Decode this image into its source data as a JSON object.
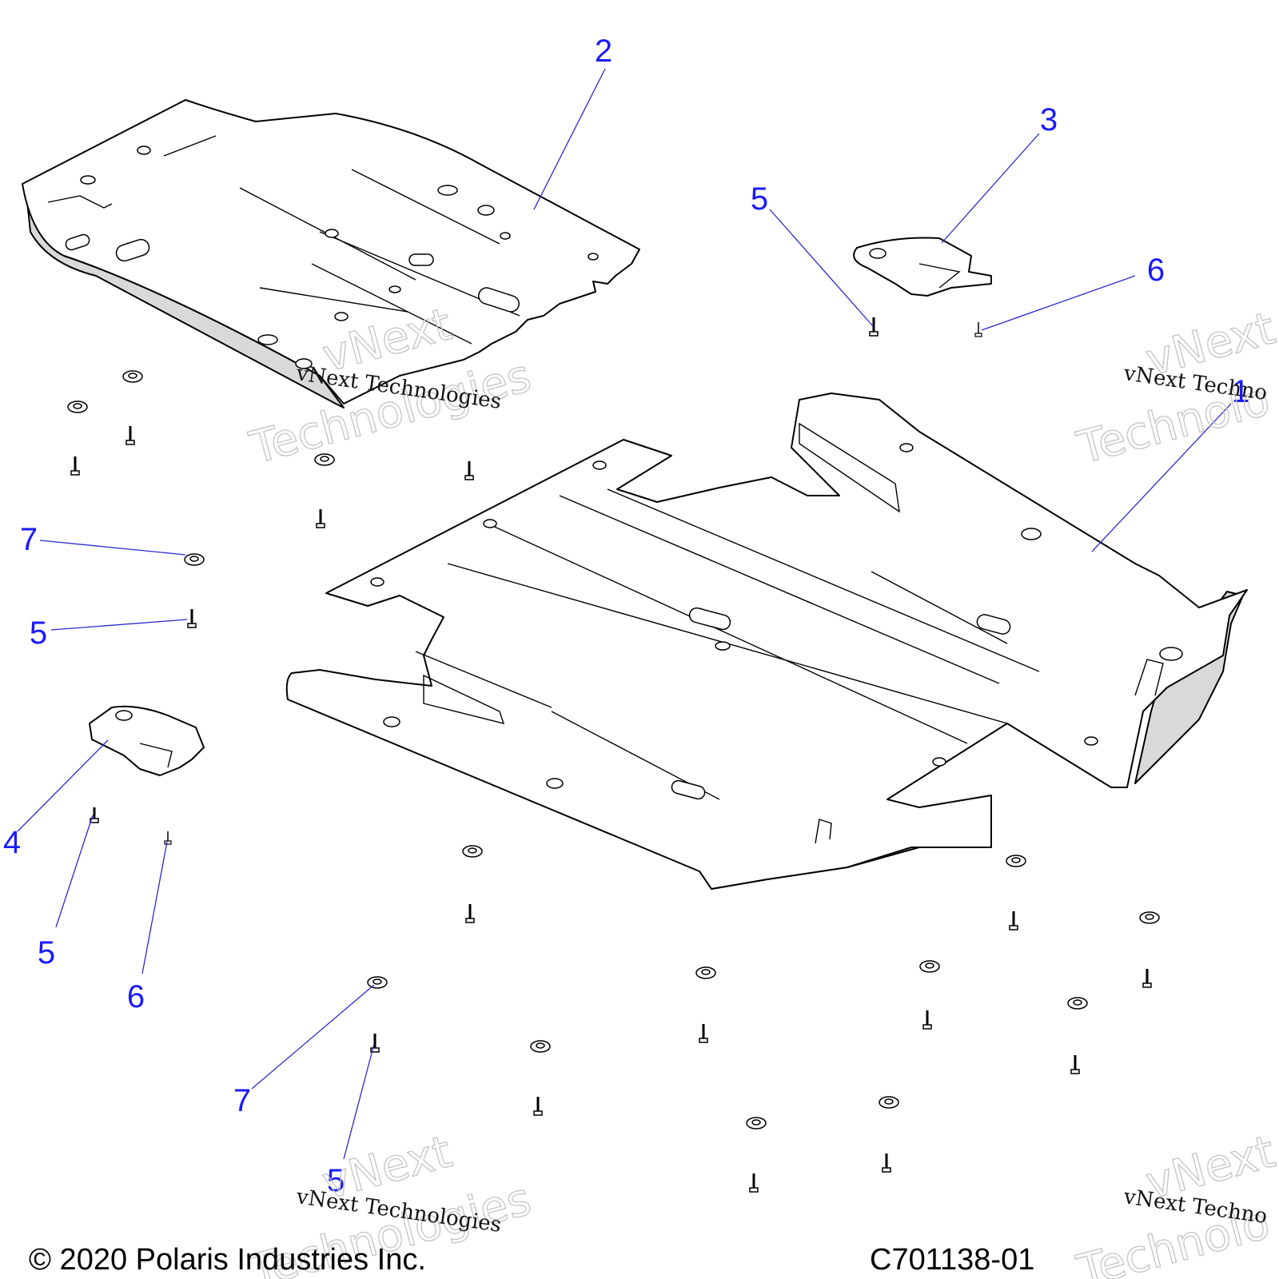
{
  "callouts": {
    "c1": "1",
    "c2": "2",
    "c3": "3",
    "c4": "4",
    "c5a": "5",
    "c5b": "5",
    "c5c": "5",
    "c5d": "5",
    "c6a": "6",
    "c6b": "6",
    "c7a": "7",
    "c7b": "7"
  },
  "watermark": {
    "brand": "vNext",
    "word": "Technologies",
    "line": "vNext Technologies",
    "cut_brand": "vNext",
    "cut_word": "Technolo",
    "cut_line": "vNext Techno"
  },
  "footer": {
    "copyright": "© 2020 Polaris Industries Inc.",
    "figure_id": "C701138-01"
  },
  "colors": {
    "callout": "#1a1aff",
    "leader": "#2a2ad0",
    "part_shade": "#d9d9d9"
  }
}
